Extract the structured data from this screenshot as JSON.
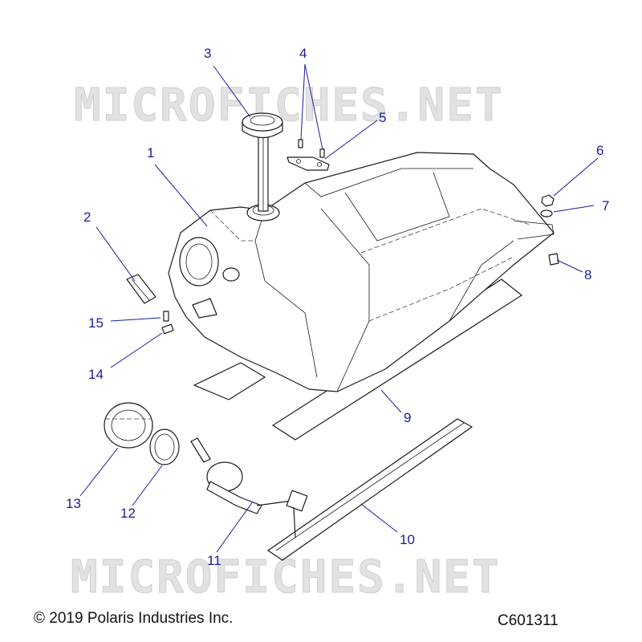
{
  "watermark_text": "MICROFICHES.NET",
  "callouts": [
    "1",
    "2",
    "3",
    "4",
    "5",
    "6",
    "7",
    "8",
    "9",
    "10",
    "11",
    "12",
    "13",
    "14",
    "15"
  ],
  "footer": {
    "copyright": "© 2019 Polaris Industries Inc.",
    "figure_code": "C601311"
  },
  "colors": {
    "callout": "#1a1aa0",
    "line": "#1a1a1a",
    "watermark": "#e2e2e2"
  }
}
